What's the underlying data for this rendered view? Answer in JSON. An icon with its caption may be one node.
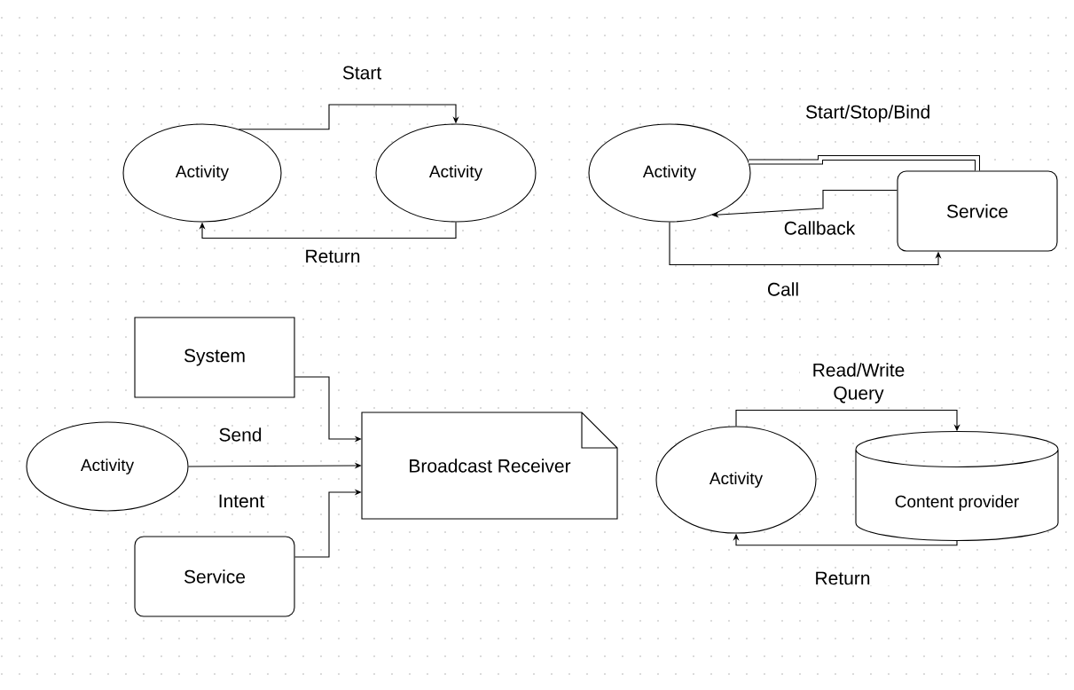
{
  "diagram": {
    "nodes": [
      {
        "text": [
          "Activity"
        ]
      },
      {
        "text": [
          "Activity"
        ]
      },
      {
        "text": [
          "Activity"
        ]
      },
      {
        "text": [
          "Service"
        ]
      },
      {
        "text": [
          "System"
        ]
      },
      {
        "text": [
          "Activity"
        ]
      },
      {
        "text": [
          "Broadcast Receiver"
        ]
      },
      {
        "text": [
          "Service"
        ]
      },
      {
        "text": [
          "Activity"
        ]
      },
      {
        "text": [
          "Content provider"
        ]
      }
    ],
    "edges": [
      {
        "from": 0,
        "to": 1,
        "arrow": "to",
        "label": "Start"
      },
      {
        "from": 1,
        "to": 0,
        "arrow": "to",
        "label": "Return"
      },
      {
        "from": 2,
        "to": 3,
        "arrow": "none",
        "label": "Start/Stop/Bind",
        "style": "thick"
      },
      {
        "from": 3,
        "to": 2,
        "arrow": "to",
        "label": "Callback"
      },
      {
        "from": 2,
        "to": 3,
        "arrow": "to",
        "label": "Call"
      },
      {
        "from": 4,
        "to": 6,
        "arrow": "to"
      },
      {
        "from": 5,
        "to": 6,
        "arrow": "to",
        "label": "Send"
      },
      {
        "from": 7,
        "to": 6,
        "arrow": "to"
      },
      {
        "from": 8,
        "to": 9,
        "arrow": "to",
        "label": "Read/Write Query"
      },
      {
        "from": 9,
        "to": 8,
        "arrow": "to",
        "label": "Return"
      }
    ],
    "labels": [
      "Intent"
    ]
  }
}
